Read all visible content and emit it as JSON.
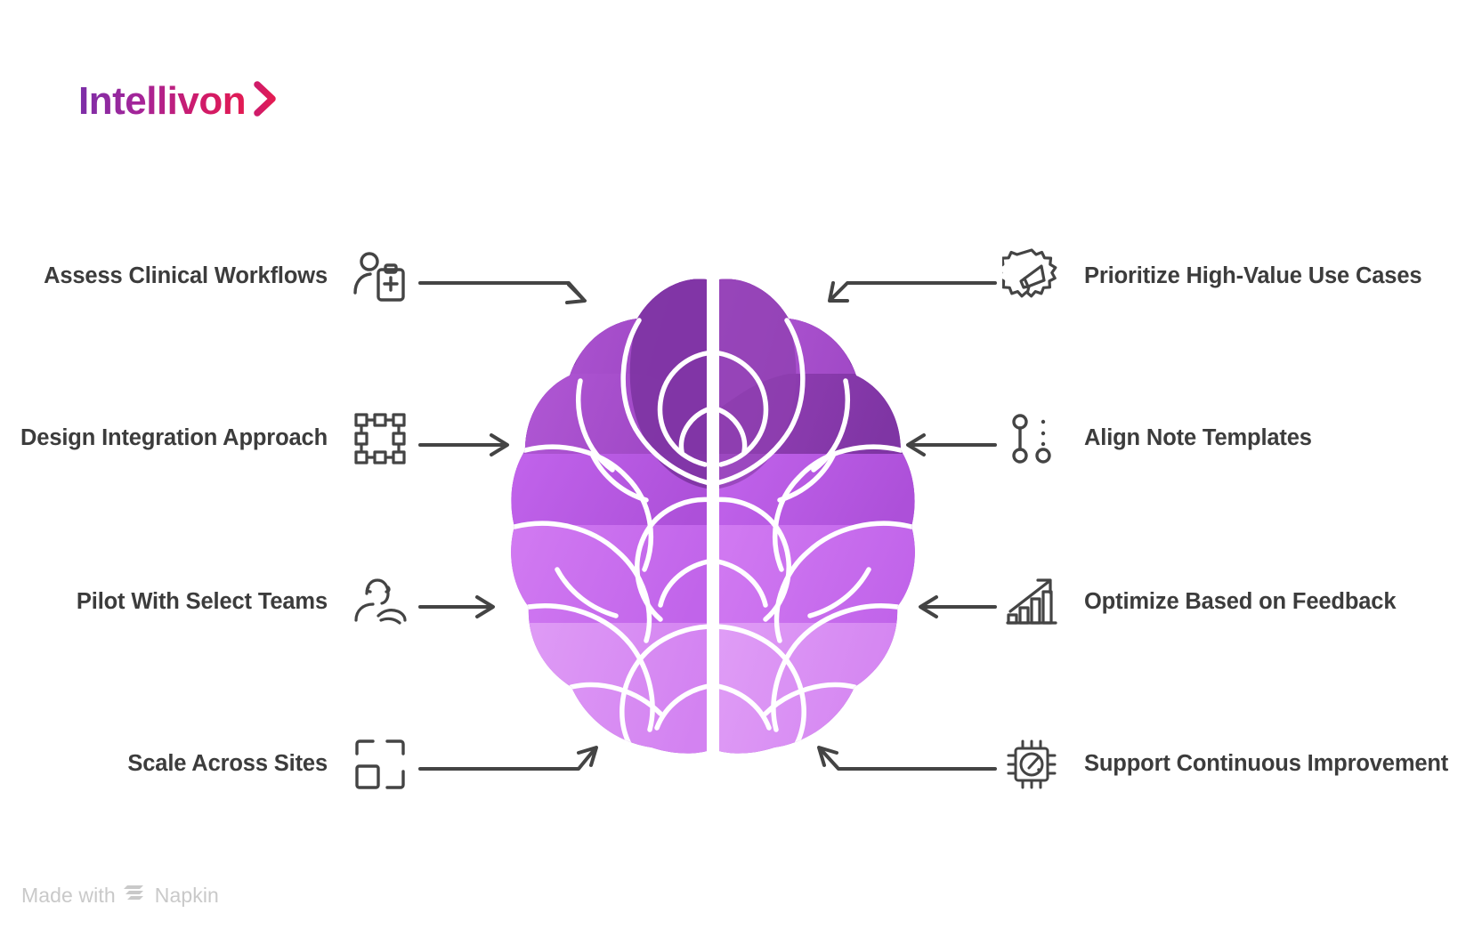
{
  "brand": {
    "name": "Intellivon",
    "chevron_icon": "chevron-right-icon",
    "gradient_start": "#7b2fa8",
    "gradient_end": "#e31b52"
  },
  "diagram": {
    "center_graphic": "brain-illustration",
    "center_graphic_label": "Brain",
    "arrow_color": "#444444",
    "label_color": "#3c3c3c",
    "brain_colors": {
      "band_top": "#8e3fae",
      "band_upper": "#a64ec8",
      "band_mid": "#b558dd",
      "band_lower": "#c86cee",
      "band_bottom": "#d88ff2",
      "band_bottom_light": "#e0a7f5",
      "fissure": "#ffffff"
    },
    "left_items": [
      {
        "label": "Assess Clinical Workflows",
        "icon": "patient-clipboard-icon"
      },
      {
        "label": "Design Integration Approach",
        "icon": "selection-frame-icon"
      },
      {
        "label": "Pilot With Select Teams",
        "icon": "person-care-icon"
      },
      {
        "label": "Scale Across Sites",
        "icon": "scale-frame-icon"
      }
    ],
    "right_items": [
      {
        "label": "Prioritize High-Value Use Cases",
        "icon": "badge-megaphone-icon"
      },
      {
        "label": "Align Note Templates",
        "icon": "node-dots-icon"
      },
      {
        "label": "Optimize Based on Feedback",
        "icon": "growth-chart-icon"
      },
      {
        "label": "Support Continuous Improvement",
        "icon": "chip-gauge-icon"
      }
    ]
  },
  "footer": {
    "made_with": "Made with",
    "product": "Napkin",
    "mark_icon": "napkin-chevrons-icon"
  }
}
